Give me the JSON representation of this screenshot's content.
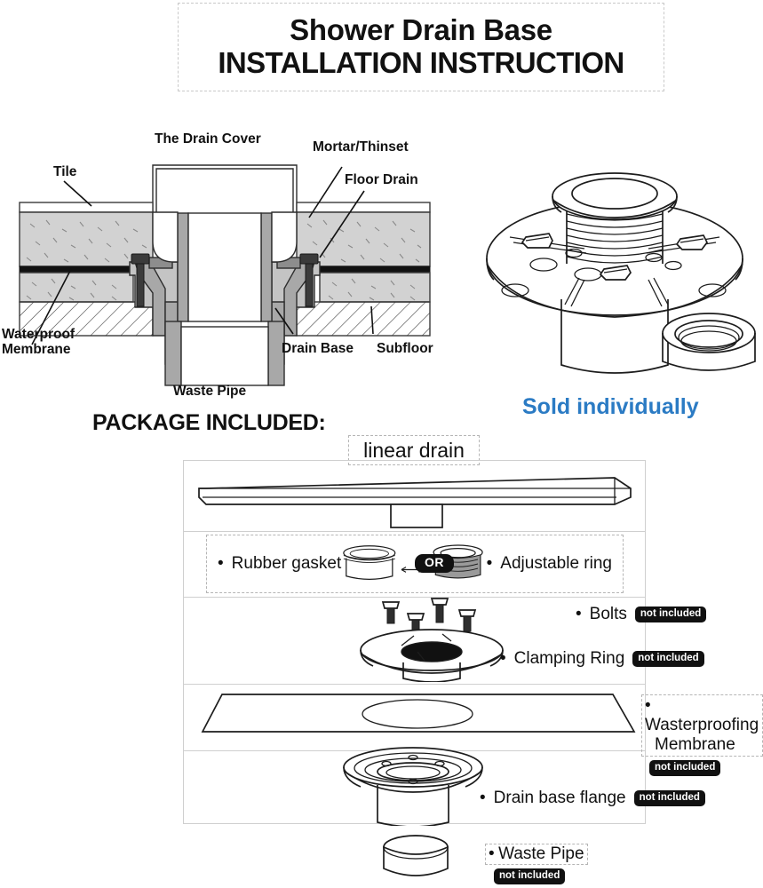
{
  "title": {
    "line1": "Shower Drain Base",
    "line2": "INSTALLATION INSTRUCTION"
  },
  "cross_section": {
    "labels": {
      "tile": "Tile",
      "drain_cover": "The Drain Cover",
      "mortar_thinset": "Mortar/Thinset",
      "floor_drain": "Floor Drain",
      "waterproof_membrane": "Waterproof\nMembrane",
      "waterproof_membrane_line1": "Waterproof",
      "waterproof_membrane_line2": "Membrane",
      "drain_base": "Drain Base",
      "subfloor": "Subfloor",
      "waste_pipe": "Waste Pipe"
    }
  },
  "product_render": {
    "caption": "Sold individually",
    "caption_color": "#2b7bc4"
  },
  "package": {
    "heading": "PACKAGE INCLUDED:",
    "linear_drain_caption": "linear drain",
    "or_label": "OR",
    "not_included_label": "not included",
    "items": [
      {
        "label": "Rubber gasket",
        "bullet": "•",
        "included": true
      },
      {
        "label": "Adjustable ring",
        "bullet": "•",
        "included": true
      },
      {
        "label": "Bolts",
        "bullet": "•",
        "included": false
      },
      {
        "label": "Clamping Ring",
        "bullet": "•",
        "included": false
      },
      {
        "label": "Wasterproofing",
        "label2": "Membrane",
        "bullet": "•",
        "included": false
      },
      {
        "label": "Drain base flange",
        "bullet": "•",
        "included": false
      },
      {
        "label": "Waste Pipe",
        "bullet": "•",
        "included": false
      }
    ]
  }
}
